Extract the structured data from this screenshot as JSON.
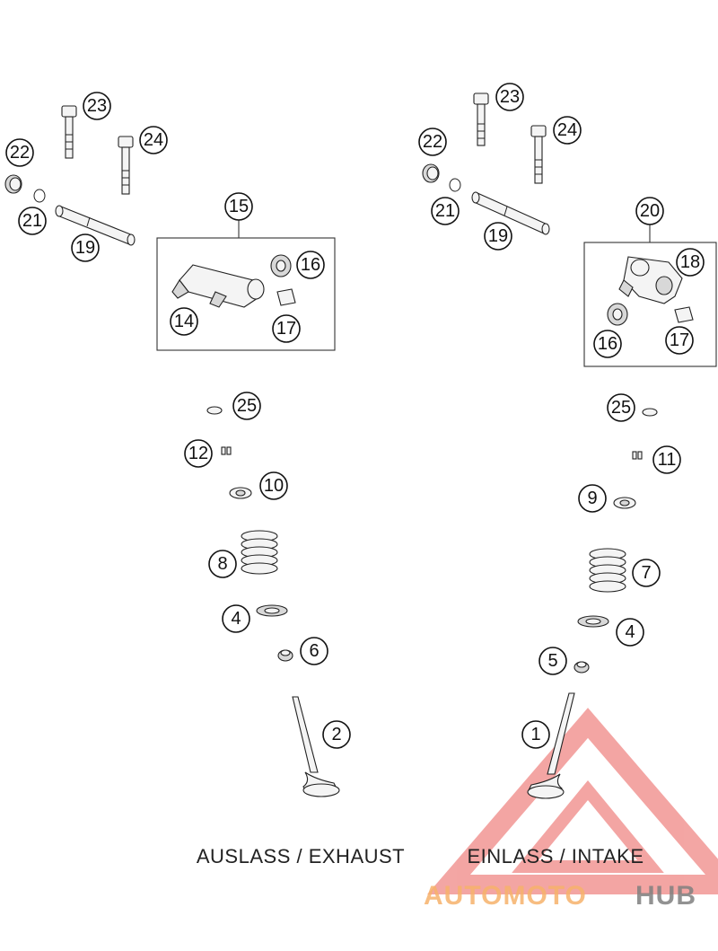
{
  "captions": {
    "exhaust": "AUSLASS / EXHAUST",
    "intake": "EINLASS / INTAKE"
  },
  "watermark": {
    "part1": "AUTOMOTO",
    "part2": "HUB",
    "color_part1": "#f6b26b",
    "color_part2": "#7f7f7f",
    "triangle_color": "#e53935"
  },
  "labels": {
    "ex_23": "23",
    "ex_24": "24",
    "ex_22": "22",
    "ex_21": "21",
    "ex_19": "19",
    "ex_15": "15",
    "ex_16": "16",
    "ex_14": "14",
    "ex_17": "17",
    "ex_25": "25",
    "ex_12": "12",
    "ex_10": "10",
    "ex_8": "8",
    "ex_4": "4",
    "ex_6": "6",
    "ex_2": "2",
    "in_23": "23",
    "in_24": "24",
    "in_22": "22",
    "in_21": "21",
    "in_19": "19",
    "in_20": "20",
    "in_18": "18",
    "in_16": "16",
    "in_17": "17",
    "in_25": "25",
    "in_11": "11",
    "in_9": "9",
    "in_7": "7",
    "in_4": "4",
    "in_5": "5",
    "in_1": "1"
  }
}
